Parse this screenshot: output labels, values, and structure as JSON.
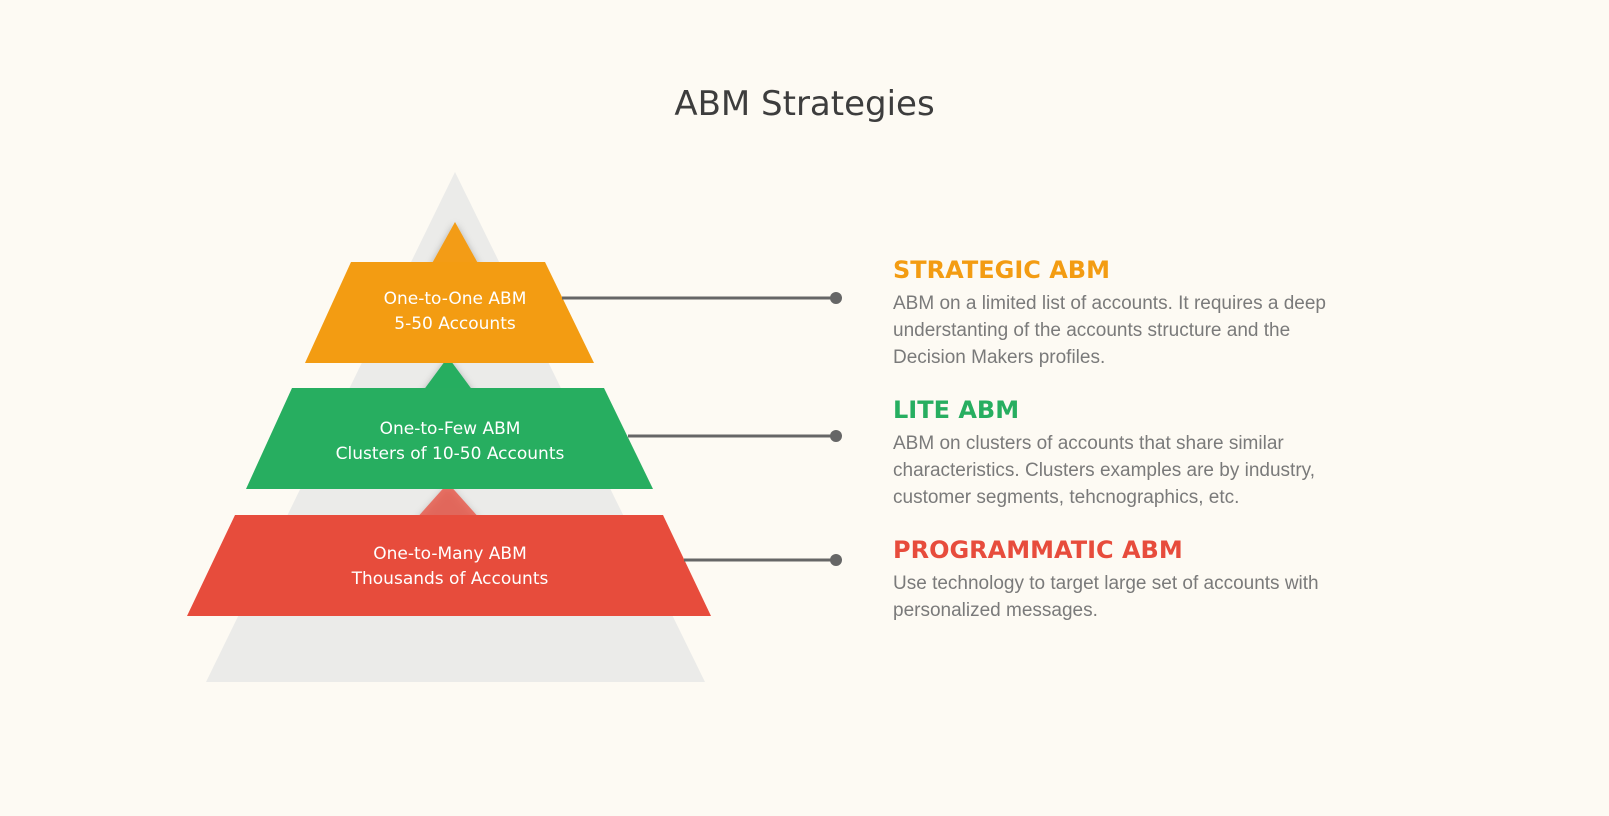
{
  "title": "ABM Strategies",
  "colors": {
    "strategic": "#f39c12",
    "lite": "#27ae60",
    "programmatic": "#e74c3c",
    "background_triangle": "#ebebe9",
    "connector": "#666666",
    "title_text": "#3d3d3d",
    "body_text": "#7a7a7a"
  },
  "tiers": [
    {
      "id": "strategic",
      "pyramid_line1": "One-to-One ABM",
      "pyramid_line2": "5-50 Accounts",
      "heading": "STRATEGIC ABM",
      "description": "ABM on a limited list of accounts. It requires a deep understanting of the accounts structure and the Decision Makers profiles."
    },
    {
      "id": "lite",
      "pyramid_line1": "One-to-Few ABM",
      "pyramid_line2": "Clusters of 10-50 Accounts",
      "heading": "LITE ABM",
      "description": "ABM on clusters of accounts that share similar characteristics. Clusters examples are by industry, customer segments, tehcnographics, etc."
    },
    {
      "id": "programmatic",
      "pyramid_line1": "One-to-Many ABM",
      "pyramid_line2": "Thousands of Accounts",
      "heading": "PROGRAMMATIC ABM",
      "description": "Use technology to target large set of accounts with personalized messages."
    }
  ]
}
